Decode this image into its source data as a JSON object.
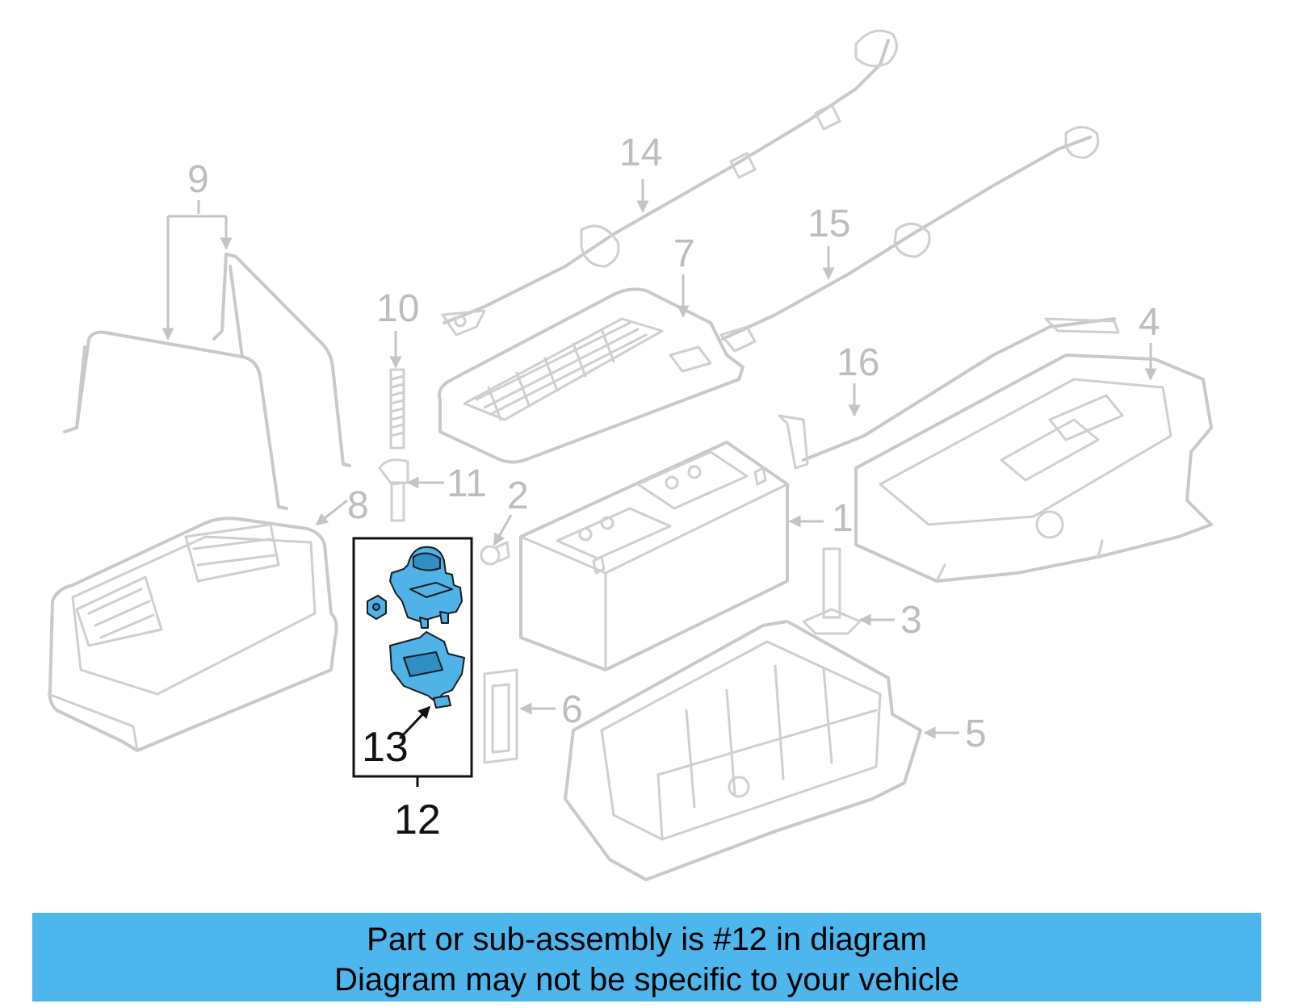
{
  "callouts": {
    "c1": "1",
    "c2": "2",
    "c3": "3",
    "c4": "4",
    "c5": "5",
    "c6": "6",
    "c7": "7",
    "c8": "8",
    "c9": "9",
    "c10": "10",
    "c11": "11",
    "c12": "12",
    "c13": "13",
    "c14": "14",
    "c15": "15",
    "c16": "16"
  },
  "banner": {
    "line1": "Part or sub-assembly is #12 in diagram",
    "line2": "Diagram may not be specific to your vehicle"
  },
  "colors": {
    "highlight": "#4fb3e8",
    "banner": "#4db6ec",
    "ghost_lines": "#c9c9c9"
  }
}
